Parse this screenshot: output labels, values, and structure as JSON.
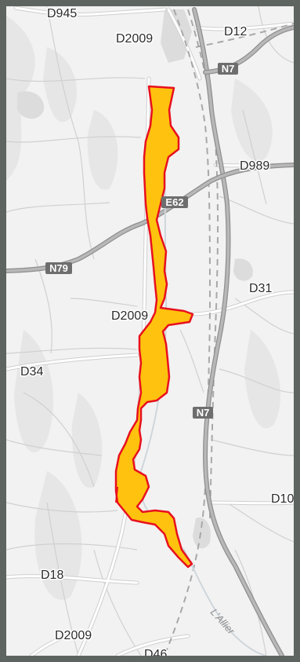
{
  "map": {
    "highlight_colors": {
      "fill": "#ffc20e",
      "stroke": "#e8101e"
    },
    "road_labels": [
      {
        "id": "d945",
        "text": "D945"
      },
      {
        "id": "d2009-top",
        "text": "D2009"
      },
      {
        "id": "d12",
        "text": "D12"
      },
      {
        "id": "d989",
        "text": "D989"
      },
      {
        "id": "d31",
        "text": "D31"
      },
      {
        "id": "d2009-mid",
        "text": "D2009"
      },
      {
        "id": "d34",
        "text": "D34"
      },
      {
        "id": "d10",
        "text": "D10"
      },
      {
        "id": "d18",
        "text": "D18"
      },
      {
        "id": "d2009-bottom",
        "text": "D2009"
      },
      {
        "id": "d46",
        "text": "D46"
      }
    ],
    "route_shields": [
      {
        "id": "n7-top",
        "text": "N7"
      },
      {
        "id": "e62",
        "text": "E62"
      },
      {
        "id": "n79",
        "text": "N79"
      },
      {
        "id": "n7-mid",
        "text": "N7"
      }
    ],
    "river_label": "L'Allier"
  }
}
